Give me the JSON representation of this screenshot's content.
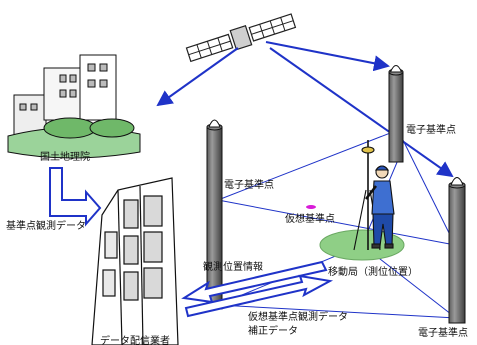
{
  "labels": {
    "gsi": "国土地理院",
    "ref_obs_data": "基準点観測データ",
    "station_1": "電子基準点",
    "station_2": "電子基準点",
    "station_3": "電子基準点",
    "virtual_station": "仮想基準点",
    "rover": "移動局（測位位置）",
    "obs_position_info": "観測位置情報",
    "virtual_obs_data": "仮想基準点観測データ",
    "correction_data": "補正データ",
    "distributor": "データ配信業者"
  },
  "colors": {
    "signal_arrow": "#1f33c8",
    "transfer_arrow": "#1f33c8",
    "ground_circle": "#8fcf86",
    "virtual_marker": "#d81bd8",
    "roof_green": "#9bd39a"
  },
  "icons": {
    "satellite": "satellite-icon",
    "gsi_building": "government-building-icon",
    "distributor_building": "office-tower-icon",
    "surveyor": "surveyor-with-gnss-pole-icon"
  }
}
